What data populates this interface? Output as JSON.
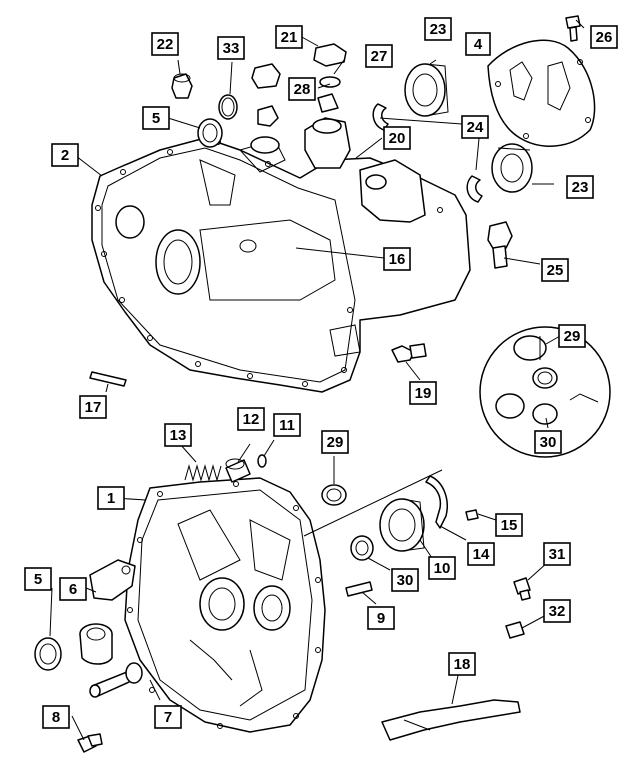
{
  "callouts": [
    {
      "id": "c1",
      "text": "1"
    },
    {
      "id": "c2",
      "text": "2"
    },
    {
      "id": "c4",
      "text": "4"
    },
    {
      "id": "c5a",
      "text": "5"
    },
    {
      "id": "c5b",
      "text": "5"
    },
    {
      "id": "c6",
      "text": "6"
    },
    {
      "id": "c7",
      "text": "7"
    },
    {
      "id": "c8",
      "text": "8"
    },
    {
      "id": "c9",
      "text": "9"
    },
    {
      "id": "c10",
      "text": "10"
    },
    {
      "id": "c11",
      "text": "11"
    },
    {
      "id": "c12",
      "text": "12"
    },
    {
      "id": "c13",
      "text": "13"
    },
    {
      "id": "c14",
      "text": "14"
    },
    {
      "id": "c15",
      "text": "15"
    },
    {
      "id": "c16",
      "text": "16"
    },
    {
      "id": "c17",
      "text": "17"
    },
    {
      "id": "c18",
      "text": "18"
    },
    {
      "id": "c19",
      "text": "19"
    },
    {
      "id": "c20",
      "text": "20"
    },
    {
      "id": "c21",
      "text": "21"
    },
    {
      "id": "c22",
      "text": "22"
    },
    {
      "id": "c23a",
      "text": "23"
    },
    {
      "id": "c23b",
      "text": "23"
    },
    {
      "id": "c24",
      "text": "24"
    },
    {
      "id": "c25",
      "text": "25"
    },
    {
      "id": "c26",
      "text": "26"
    },
    {
      "id": "c27",
      "text": "27"
    },
    {
      "id": "c28",
      "text": "28"
    },
    {
      "id": "c29a",
      "text": "29"
    },
    {
      "id": "c29b",
      "text": "29"
    },
    {
      "id": "c30a",
      "text": "30"
    },
    {
      "id": "c30b",
      "text": "30"
    },
    {
      "id": "c31",
      "text": "31"
    },
    {
      "id": "c32",
      "text": "32"
    },
    {
      "id": "c33",
      "text": "33"
    }
  ]
}
